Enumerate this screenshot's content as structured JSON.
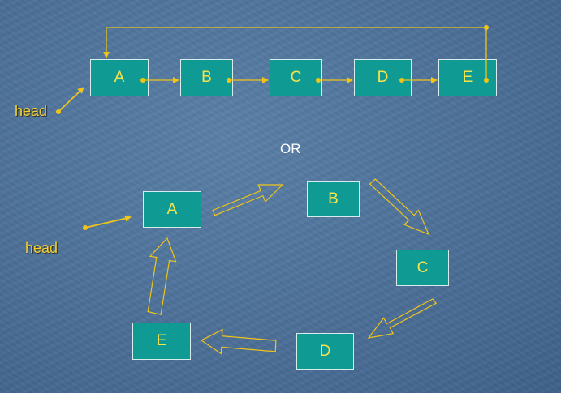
{
  "diagram": {
    "top_list": {
      "nodes": [
        "A",
        "B",
        "C",
        "D",
        "E"
      ],
      "head_label": "head"
    },
    "separator": "OR",
    "ring": {
      "nodes": {
        "a": "A",
        "b": "B",
        "c": "C",
        "d": "D",
        "e": "E"
      },
      "head_label": "head"
    }
  },
  "colors": {
    "node_fill": "#0f9a94",
    "node_border": "#d9ecec",
    "node_text": "#f7e34a",
    "line": "#f0c418",
    "label": "#f4d12a"
  }
}
